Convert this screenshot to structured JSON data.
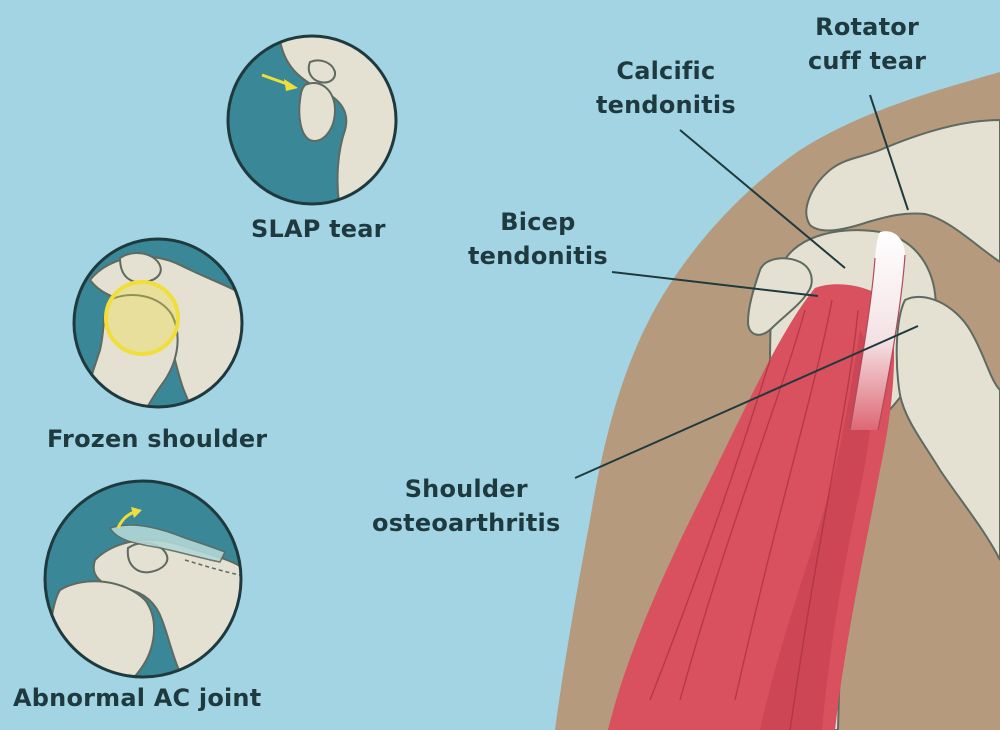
{
  "colors": {
    "background": "#a3d4e4",
    "skin": "#b59a7d",
    "bone": "#e4e1d2",
    "bone_outline": "#5f6a60",
    "muscle": "#d9505e",
    "tendon": "#f6eef0",
    "inset_dark": "#3a8797",
    "highlight": "#f1de3a",
    "text": "#1f3a3f"
  },
  "insets": [
    {
      "id": "slap",
      "label": "SLAP tear",
      "marker": "arrow"
    },
    {
      "id": "frozen",
      "label": "Frozen shoulder",
      "marker": "ring"
    },
    {
      "id": "ac",
      "label": "Abnormal AC joint",
      "marker": "curved-arrow"
    }
  ],
  "callouts": {
    "rotator": {
      "lines": [
        "Rotator",
        "cuff tear"
      ]
    },
    "calcific": {
      "lines": [
        "Calcific",
        "tendonitis"
      ]
    },
    "bicep": {
      "lines": [
        "Bicep",
        "tendonitis"
      ]
    },
    "osteo": {
      "lines": [
        "Shoulder",
        "osteoarthritis"
      ]
    }
  }
}
